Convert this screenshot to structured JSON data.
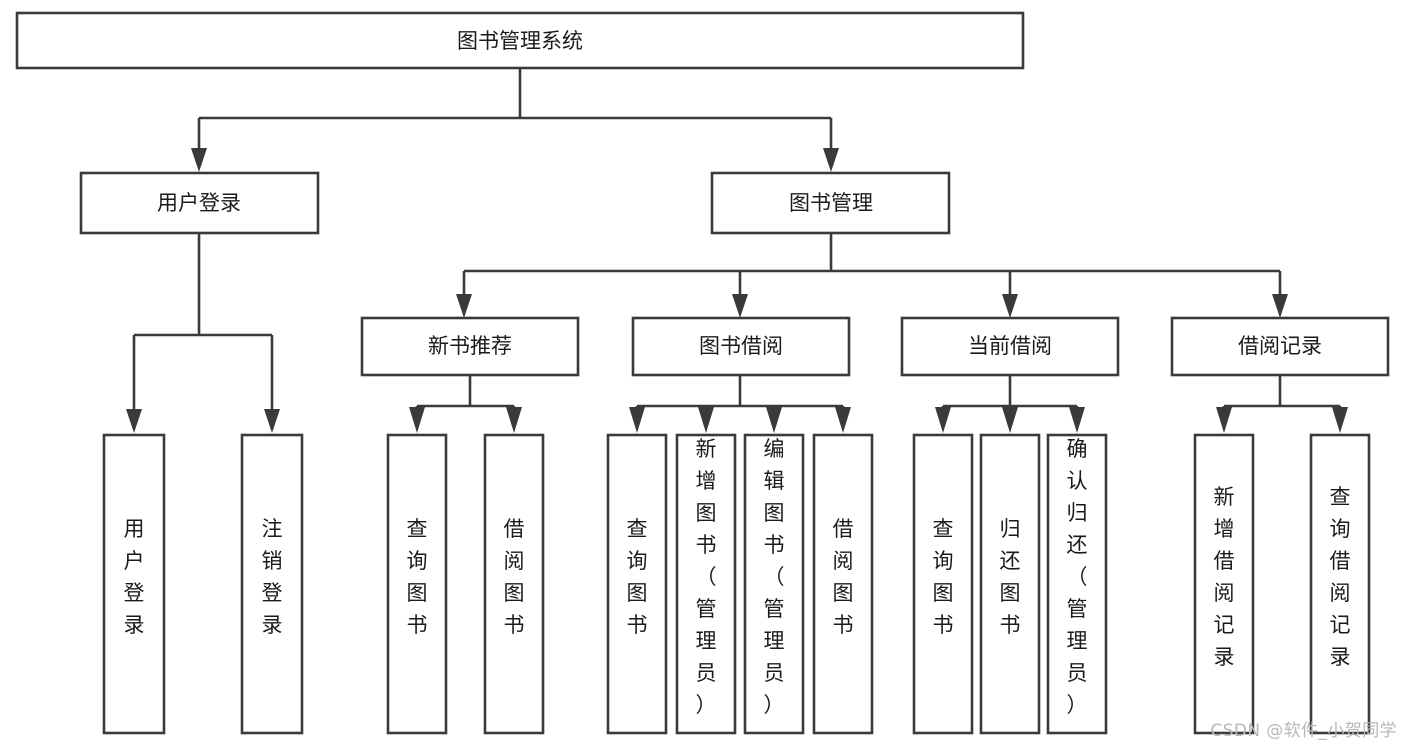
{
  "diagram": {
    "title": "图书管理系统",
    "type": "tree-hierarchy",
    "root": {
      "id": "root",
      "label": "图书管理系统"
    },
    "level1": [
      {
        "id": "user-login",
        "label": "用户登录"
      },
      {
        "id": "book-management",
        "label": "图书管理"
      }
    ],
    "level2": [
      {
        "id": "new-book-recommend",
        "label": "新书推荐",
        "parent": "book-management"
      },
      {
        "id": "book-borrow",
        "label": "图书借阅",
        "parent": "book-management"
      },
      {
        "id": "current-borrow",
        "label": "当前借阅",
        "parent": "book-management"
      },
      {
        "id": "borrow-record",
        "label": "借阅记录",
        "parent": "book-management"
      }
    ],
    "leaves": {
      "user-login": [
        {
          "id": "leaf-user-login",
          "label": "用户登录"
        },
        {
          "id": "leaf-user-logout",
          "label": "注销登录"
        }
      ],
      "new-book-recommend": [
        {
          "id": "leaf-query-book-1",
          "label": "查询图书"
        },
        {
          "id": "leaf-borrow-book-1",
          "label": "借阅图书"
        }
      ],
      "book-borrow": [
        {
          "id": "leaf-query-book-2",
          "label": "查询图书"
        },
        {
          "id": "leaf-add-book",
          "label": "新增图书（管理员）"
        },
        {
          "id": "leaf-edit-book",
          "label": "编辑图书（管理员）"
        },
        {
          "id": "leaf-borrow-book-2",
          "label": "借阅图书"
        }
      ],
      "current-borrow": [
        {
          "id": "leaf-query-book-3",
          "label": "查询图书"
        },
        {
          "id": "leaf-return-book",
          "label": "归还图书"
        },
        {
          "id": "leaf-confirm-return",
          "label": "确认归还（管理员）"
        }
      ],
      "borrow-record": [
        {
          "id": "leaf-add-record",
          "label": "新增借阅记录"
        },
        {
          "id": "leaf-query-record",
          "label": "查询借阅记录"
        }
      ]
    }
  },
  "watermark": {
    "text": "CSDN @软件_小贺同学"
  },
  "colors": {
    "stroke": "#3a3a3a",
    "fill": "#ffffff",
    "text": "#1b1b1b",
    "watermark": "#b8b8b8"
  }
}
